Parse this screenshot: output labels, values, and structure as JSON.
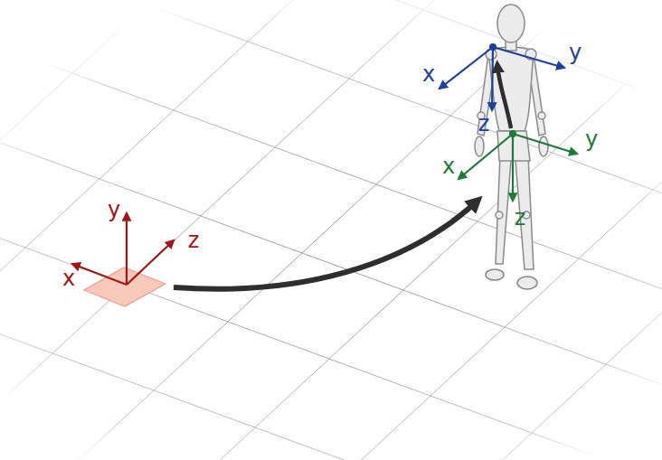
{
  "diagram": {
    "labels": [
      "y",
      "z",
      "x",
      "x",
      "y",
      "z",
      "x",
      "y",
      "z"
    ]
  }
}
